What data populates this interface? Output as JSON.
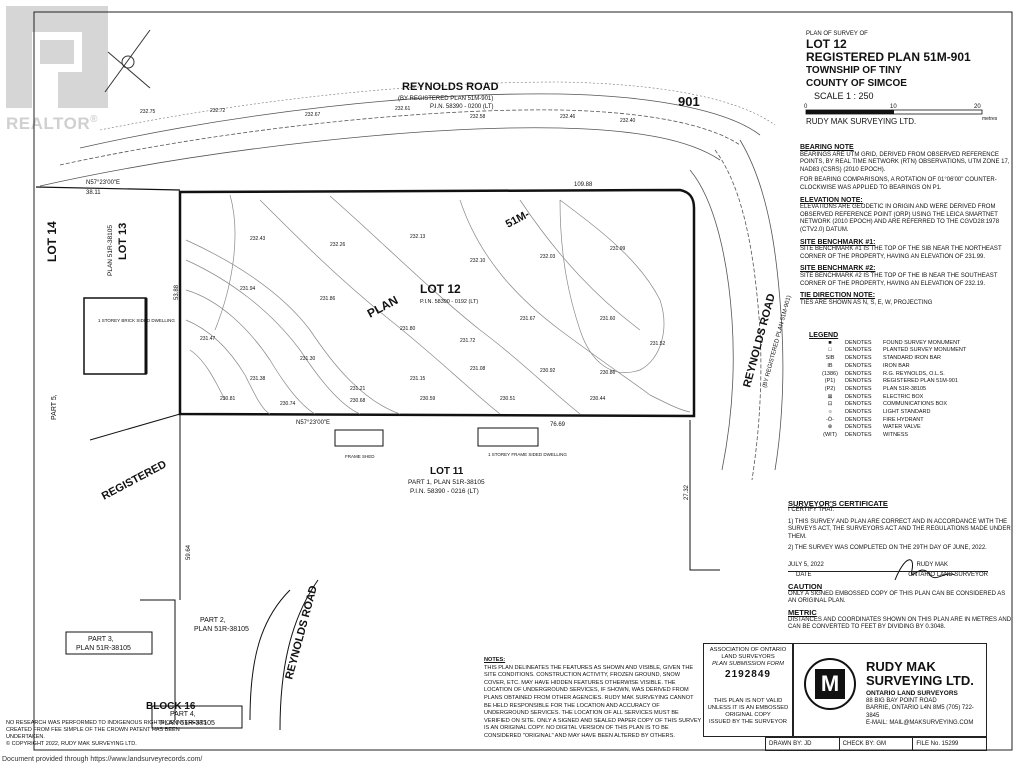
{
  "watermark": {
    "text": "REALTOR",
    "reg": "®"
  },
  "title_block": {
    "plan_of_survey": "PLAN OF SURVEY OF",
    "lot": "LOT 12",
    "registered_plan": "REGISTERED PLAN 51M-901",
    "township": "TOWNSHIP OF TINY",
    "county": "COUNTY OF SIMCOE",
    "scale": "SCALE  1 : 250",
    "scale_ticks": [
      "0",
      "10",
      "20"
    ],
    "scale_unit": "metres",
    "company": "RUDY MAK SURVEYING LTD."
  },
  "notes": {
    "bearing_h": "BEARING NOTE",
    "bearing": "BEARINGS ARE UTM GRID, DERIVED FROM OBSERVED REFERENCE POINTS, BY REAL TIME NETWORK (RTN) OBSERVATIONS, UTM ZONE 17, NAD83 (CSRS) (2010 EPOCH).",
    "bearing2": "FOR BEARING COMPARISONS, A ROTATION OF 01°06'00\" COUNTER-CLOCKWISE WAS APPLIED TO BEARINGS ON P1.",
    "elevation_h": "ELEVATION NOTE:",
    "elevation": "ELEVATIONS ARE GEODETIC IN ORIGIN AND WERE DERIVED FROM OBSERVED REFERENCE POINT (ORP) USING THE LEICA SMARTNET NETWORK (2010 EPOCH) AND ARE REFERRED TO THE CGVD28:1978 (CTV2.0) DATUM.",
    "sb1_h": "SITE BENCHMARK #1:",
    "sb1": "SITE BENCHMARK #1 IS THE TOP OF THE SIB NEAR THE NORTHEAST CORNER OF THE PROPERTY, HAVING AN ELEVATION OF 231.99.",
    "sb2_h": "SITE BENCHMARK #2:",
    "sb2": "SITE BENCHMARK #2 IS THE TOP OF THE IB NEAR THE SOUTHEAST CORNER OF THE PROPERTY, HAVING AN ELEVATION OF 232.19.",
    "tie_h": "TIE DIRECTION NOTE:",
    "tie": "TIES ARE SHOWN AS N, S, E, W, PROJECTING"
  },
  "legend": {
    "title": "LEGEND",
    "denotes": "DENOTES",
    "rows": [
      {
        "sym": "■",
        "desc": "FOUND SURVEY MONUMENT"
      },
      {
        "sym": "□",
        "desc": "PLANTED SURVEY MONUMENT"
      },
      {
        "sym": "SIB",
        "desc": "STANDARD IRON BAR"
      },
      {
        "sym": "IB",
        "desc": "IRON BAR"
      },
      {
        "sym": "(1386)",
        "desc": "R.G. REYNOLDS, O.L.S."
      },
      {
        "sym": "(P1)",
        "desc": "REGISTERED PLAN 51M-901"
      },
      {
        "sym": "(P2)",
        "desc": "PLAN 51R-38105"
      },
      {
        "sym": "⊠",
        "desc": "ELECTRIC BOX"
      },
      {
        "sym": "⊡",
        "desc": "COMMUNICATIONS BOX"
      },
      {
        "sym": "☼",
        "desc": "LIGHT STANDARD"
      },
      {
        "sym": "-Ò-",
        "desc": "FIRE HYDRANT"
      },
      {
        "sym": "⊗",
        "desc": "WATER VALVE"
      },
      {
        "sym": "(WIT)",
        "desc": "WITNESS"
      }
    ]
  },
  "certificate": {
    "h": "SURVEYOR'S CERTIFICATE",
    "certify": "I CERTIFY THAT:",
    "c1": "1) THIS SURVEY AND PLAN ARE CORRECT AND IN ACCORDANCE WITH THE SURVEYS ACT, THE SURVEYORS ACT AND THE REGULATIONS MADE UNDER THEM.",
    "c2": "2) THE SURVEY WAS COMPLETED ON THE 29TH DAY OF JUNE, 2022.",
    "date": "JULY 5, 2022",
    "date_label": "DATE",
    "signer": "RUDY MAK",
    "signer_title": "ONTARIO LAND SURVEYOR",
    "caution_h": "CAUTION",
    "caution": "ONLY A SIGNED EMBOSSED COPY OF THIS PLAN CAN BE CONSIDERED AS AN ORIGINAL PLAN.",
    "metric_h": "METRIC",
    "metric": "DISTANCES AND COORDINATES SHOWN ON THIS PLAN ARE IN METRES AND CAN BE CONVERTED TO FEET BY DIVIDING BY 0.3048."
  },
  "bottom_notes": {
    "h": "NOTES:",
    "text": "THIS PLAN DELINEATES THE FEATURES AS SHOWN AND VISIBLE, GIVEN THE SITE CONDITIONS. CONSTRUCTION ACTIVITY, FROZEN GROUND, SNOW COVER, ETC. MAY HAVE HIDDEN FEATURES OTHERWISE VISIBLE. THE LOCATION OF UNDERGROUND SERVICES, IF SHOWN, WAS DERIVED FROM PLANS OBTAINED FROM OTHER AGENCIES. RUDY MAK SURVEYING CANNOT BE HELD RESPONSIBLE FOR THE LOCATION AND ACCURACY OF UNDERGROUND SERVICES. THE LOCATION OF ALL SERVICES MUST BE VERIFIED ON SITE. ONLY A SIGNED AND SEALED PAPER COPY OF THIS SURVEY IS AN ORIGINAL COPY. NO DIGITAL VERSION OF THIS PLAN IS TO BE CONSIDERED \"ORIGINAL\" AND MAY HAVE BEEN ALTERED BY OTHERS."
  },
  "association": {
    "line1": "ASSOCIATION OF ONTARIO",
    "line2": "LAND SURVEYORS",
    "line3": "PLAN SUBMISSION FORM",
    "number": "2192849",
    "line4": "THIS PLAN IS NOT VALID",
    "line5": "UNLESS IT IS AN EMBOSSED",
    "line6": "ORIGINAL COPY",
    "line7": "ISSUED BY THE SURVEYOR"
  },
  "rudy": {
    "logo": "M",
    "name1": "RUDY MAK",
    "name2": "SURVEYING LTD.",
    "sub0": "ONTARIO LAND SURVEYORS",
    "sub1": "88 BIG BAY POINT ROAD",
    "sub2": "BARRIE, ONTARIO L4N 8M5   (705) 722-3845",
    "sub3": "E-MAIL: MAIL@MAKSURVEYING.COM"
  },
  "footer": {
    "drawn": "DRAWN BY: JD",
    "check": "CHECK BY: GM",
    "file": "FILE No. 15299"
  },
  "copyright": {
    "line1": "NO RESEARCH WAS PERFORMED TO INDIGENOUS RIGHTS OR INTERESTS",
    "line2": "CREATED FROM FEE SIMPLE OF THE CROWN PATENT HAS BEEN UNDERTAKEN.",
    "line3": "© COPYRIGHT 2022,   RUDY MAK SURVEYING LTD."
  },
  "doc_credit": "Document provided through https://www.landsurveyrecords.com/",
  "plan": {
    "reynolds_top": "REYNOLDS ROAD",
    "reynolds_top_sub": "(BY REGISTERED PLAN 51M-901)",
    "reynolds_top_pin": "P.I.N. 58390 - 0200 (LT)",
    "num_901": "901",
    "lot12": "LOT 12",
    "lot12_pin": "P.I.N. 58390 - 0192 (LT)",
    "plan_word": "PLAN",
    "m51": "51M-",
    "lot14": "LOT 14",
    "lot13": "LOT 13",
    "plan_51r": "PLAN 51R-38105",
    "part5": "PART 5,",
    "registered": "REGISTERED",
    "lot11": "LOT 11",
    "lot11_part": "PART 1, PLAN 51R-38105",
    "lot11_pin": "P.I.N. 58390 - 0216 (LT)",
    "reynolds_right": "REYNOLDS ROAD",
    "reynolds_right_sub": "(BY REGISTERED PLAN 51M-901)",
    "reynolds_bottom": "REYNOLDS ROAD",
    "part2": "PART 2,",
    "part2b": "PLAN 51R-38105",
    "part3": "PART 3,",
    "part3b": "PLAN 51R-38105",
    "block16": "BLOCK 16",
    "part4": "PART 4,",
    "part4b": "PLAN 51R-38105",
    "bearing_top": "N57°23'00\"E",
    "dist_top": "38.11",
    "dist_top2": "109.88",
    "bearing_bottom": "N57°23'00\"E",
    "dist_bottom": "76.69",
    "dist_left": "53.88",
    "dist_right": "59.64",
    "dist_small": "27.32",
    "dwelling": "1 STOREY BRICK SIDED DWELLING",
    "frame_shed": "FRAME SHED",
    "frame_dwelling": "1 STOREY FRAME SIDED DWELLING",
    "elev_labels": [
      "232.75",
      "232.72",
      "232.67",
      "232.61",
      "232.58",
      "232.46",
      "232.40",
      "232.43",
      "232.26",
      "232.13",
      "232.10",
      "232.03",
      "231.99",
      "231.94",
      "231.86",
      "231.80",
      "231.72",
      "231.67",
      "231.60",
      "231.52",
      "231.47",
      "231.38",
      "231.30",
      "231.21",
      "231.15",
      "231.08",
      "230.92",
      "230.86",
      "230.81",
      "230.74",
      "230.68",
      "230.59",
      "230.51",
      "230.44"
    ]
  }
}
